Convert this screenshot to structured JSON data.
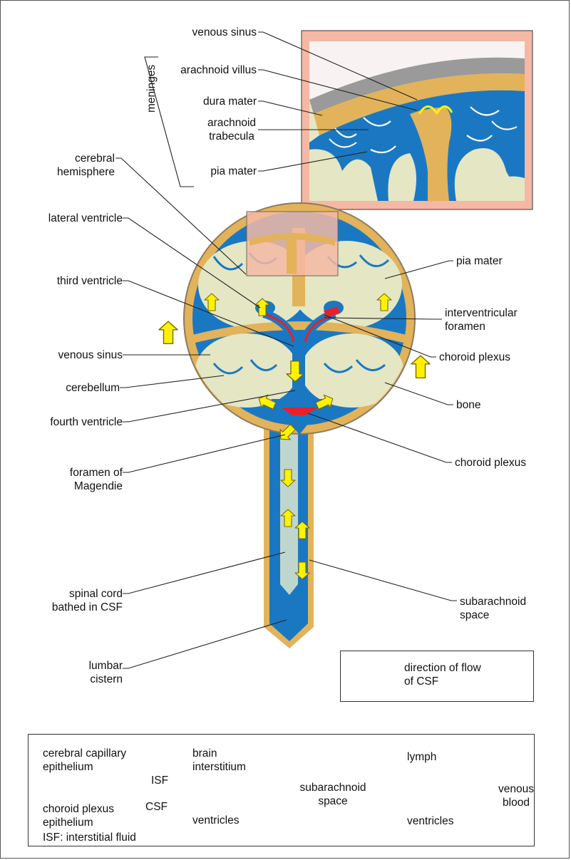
{
  "labels": {
    "venous_sinus_top": "venous sinus",
    "arachnoid_villus": "arachnoid villus",
    "dura_mater": "dura mater",
    "arachnoid_trabecula_1": "arachnoid",
    "arachnoid_trabecula_2": "trabecula",
    "pia_mater_top": "pia mater",
    "meninges": "meninges",
    "cerebral_hemisphere_1": "cerebral",
    "cerebral_hemisphere_2": "hemisphere",
    "lateral_ventricle": "lateral ventricle",
    "third_ventricle": "third ventricle",
    "venous_sinus_left": "venous sinus",
    "cerebellum": "cerebellum",
    "fourth_ventricle": "fourth ventricle",
    "foramen_magendie_1": "foramen of",
    "foramen_magendie_2": "Magendie",
    "spinal_cord_1": "spinal cord",
    "spinal_cord_2": "bathed in CSF",
    "lumbar_cistern_1": "lumbar",
    "lumbar_cistern_2": "cistern",
    "pia_mater_right": "pia mater",
    "interventricular_1": "interventricular",
    "interventricular_2": "foramen",
    "choroid_plexus_upper": "choroid plexus",
    "bone": "bone",
    "choroid_plexus_lower": "choroid plexus",
    "subarachnoid_1": "subarachnoid",
    "subarachnoid_2": "space"
  },
  "legend": {
    "text_1": "direction of flow",
    "text_2": "of CSF"
  },
  "flow": {
    "cap_1": "cerebral capillary",
    "cap_2": "epithelium",
    "isf": "ISF",
    "brain_1": "brain",
    "brain_2": "interstitium",
    "choroid_1": "choroid plexus",
    "choroid_2": "epithelium",
    "csf": "CSF",
    "ventricles_left": "ventricles",
    "subarach_1": "subarachnoid",
    "subarach_2": "space",
    "lymph": "lymph",
    "ventricles_right": "ventricles",
    "venous_1": "venous",
    "venous_2": "blood",
    "isf_note": "ISF: interstitial fluid"
  },
  "colors": {
    "csf_blue": "#1a78c2",
    "bone_tan": "#e2b35a",
    "brain_cream": "#e4e6c4",
    "arrow_yellow": "#fff200",
    "plexus_red": "#e8202a",
    "inset_pink": "#f5b8a4"
  }
}
